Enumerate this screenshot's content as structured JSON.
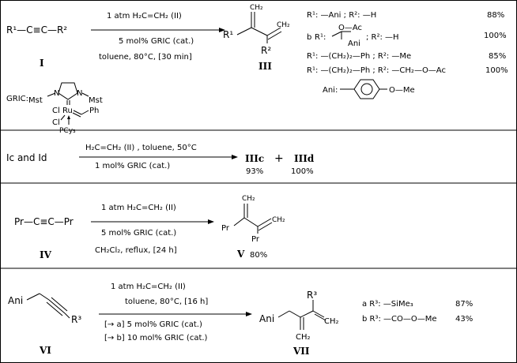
{
  "scheme1": {
    "reactant": "R¹—C≡C—R²",
    "reactant_label": "I",
    "cond1": "1 atm  H₂C=CH₂   (II)",
    "cond2": "5 mol% GRIC (cat.)",
    "cond3": "toluene, 80°C, [30 min]",
    "product_label": "III",
    "product_r1": "R¹",
    "product_r2": "R²",
    "rows": [
      {
        "key": "a",
        "r1": "R¹: —Ani ; R²: —H",
        "yield": "88%"
      },
      {
        "key": "b",
        "r1": "R¹:",
        "r2": "; R²: —H",
        "oac": "O—Ac",
        "ani": "Ani",
        "yield": "100%"
      },
      {
        "key": "c",
        "r1": "R¹: —(CH₂)₂—Ph ; R²: —Me",
        "yield": "85%"
      },
      {
        "key": "d",
        "r1": "R¹: —(CH₂)₂—Ph ; R²: —CH₂—O—Ac",
        "yield": "100%"
      }
    ],
    "ani_def_label": "Ani:",
    "ani_def_ome": "O—Me"
  },
  "catalyst": {
    "label": "GRIC:",
    "mst_left": "Mst",
    "mst_right": "Mst",
    "n_left": "N",
    "n_right": "N",
    "ru": "Ru",
    "cl1": "Cl",
    "cl2": "Cl",
    "ph": "Ph",
    "pcy3": "PCy₃"
  },
  "scheme2": {
    "reactants": "Ic  and  Id",
    "cond1": "H₂C=CH₂   (II) , toluene, 50°C",
    "cond2": "1 mol% GRIC (cat.)",
    "p1": "IIIc",
    "plus": "+",
    "p2": "IIId",
    "y1": "93%",
    "y2": "100%"
  },
  "scheme3": {
    "reactant": "Pr—C≡C—Pr",
    "reactant_label": "IV",
    "cond1": "1 atm  H₂C=CH₂   (II)",
    "cond2": "5 mol% GRIC (cat.)",
    "cond3": "CH₂Cl₂,  reflux, [24 h]",
    "product_pr1": "Pr",
    "product_pr2": "Pr",
    "product_ch2": "CH₂",
    "product_label": "V",
    "product_yield": "80%"
  },
  "scheme4": {
    "reactant_ani": "Ani",
    "reactant_r3": "R³",
    "reactant_label": "VI",
    "cond1": "1 atm  H₂C=CH₂   (II)",
    "cond2": "toluene, 80°C, [16 h]",
    "cond3": "[→ a] 5 mol% GRIC (cat.)",
    "cond4": "[→ b] 10 mol% GRIC (cat.)",
    "product_ani": "Ani",
    "product_r3": "R³",
    "product_ch2a": "CH₂",
    "product_ch2b": "CH₂",
    "product_label": "VII",
    "rows": [
      {
        "text": "a R³: —SiMe₃",
        "yield": "87%"
      },
      {
        "text": "b R³: —CO—O—Me",
        "yield": "43%"
      }
    ]
  }
}
